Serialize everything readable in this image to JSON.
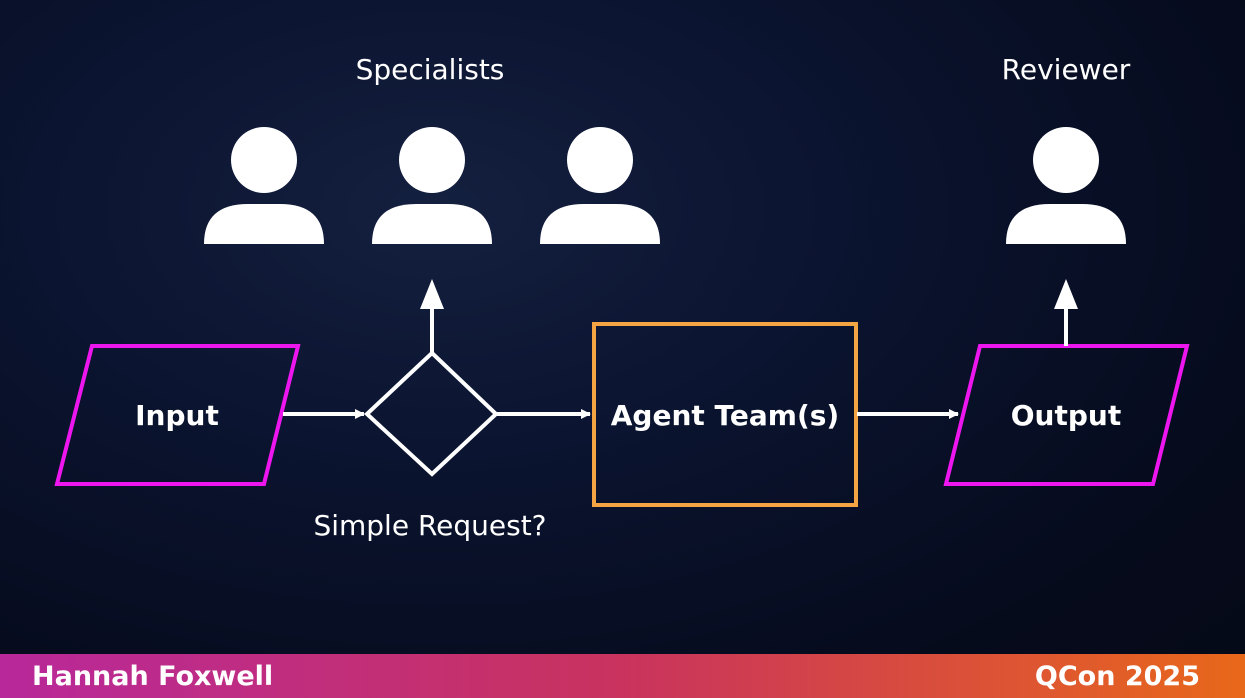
{
  "labels": {
    "specialists": "Specialists",
    "reviewer": "Reviewer",
    "simple_request": "Simple Request?"
  },
  "nodes": {
    "input": "Input",
    "agent_team": "Agent Team(s)",
    "output": "Output"
  },
  "footer": {
    "author": "Hannah Foxwell",
    "event": "QCon 2025"
  },
  "colors": {
    "parallelogram_stroke": "#ee16ee",
    "agent_box_stroke": "#f4a442",
    "icon_fill": "#ffffff"
  }
}
